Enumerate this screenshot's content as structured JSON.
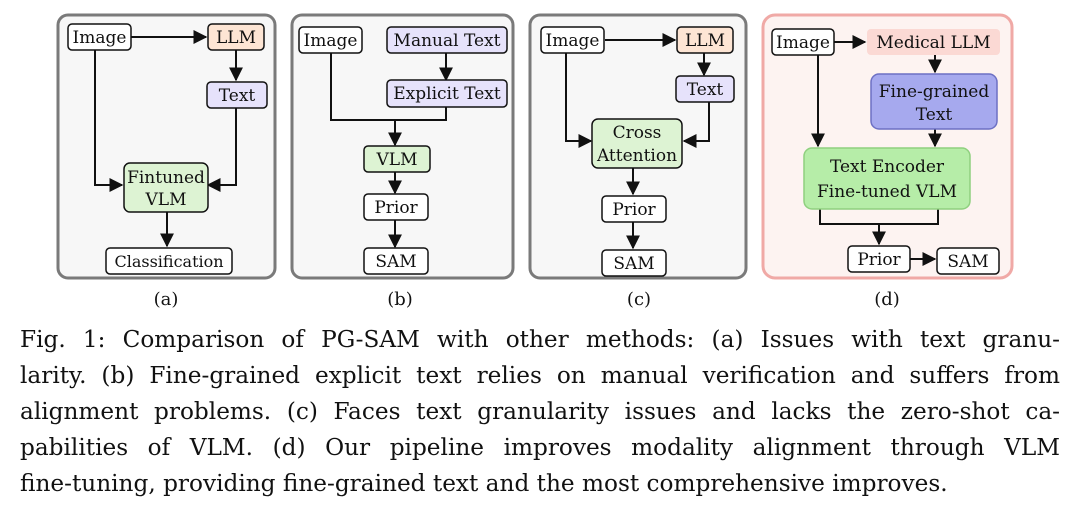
{
  "panels": {
    "a": {
      "label": "(a)",
      "image": "Image",
      "llm": "LLM",
      "text": "Text",
      "vlm_line1": "Fintuned",
      "vlm_line2": "VLM",
      "output": "Classification"
    },
    "b": {
      "label": "(b)",
      "image": "Image",
      "manual_text": "Manual Text",
      "explicit_text": "Explicit Text",
      "vlm": "VLM",
      "prior": "Prior",
      "sam": "SAM"
    },
    "c": {
      "label": "(c)",
      "image": "Image",
      "llm": "LLM",
      "text": "Text",
      "cross_line1": "Cross",
      "cross_line2": "Attention",
      "prior": "Prior",
      "sam": "SAM"
    },
    "d": {
      "label": "(d)",
      "image": "Image",
      "medical_llm": "Medical LLM",
      "fg_line1": "Fine-grained",
      "fg_line2": "Text",
      "enc_line1": "Text Encoder",
      "enc_line2": "Fine-tuned VLM",
      "prior": "Prior",
      "sam": "SAM"
    }
  },
  "caption": {
    "line1": "Fig. 1: Comparison of PG-SAM with other methods: (a) Issues with text granu-",
    "line2": "larity. (b) Fine-grained explicit text relies on manual verification and suffers from",
    "line3": "alignment problems. (c) Faces text granularity issues and lacks the zero-shot ca-",
    "line4": "pabilities of VLM. (d) Our pipeline improves modality alignment through VLM",
    "line5": "fine-tuning, providing fine-grained text and the most comprehensive improves."
  },
  "colors": {
    "panel_border": "#7a7a7a",
    "panel_bg": "#f7f7f7",
    "panel_d_border": "#f0a9a6",
    "panel_d_bg": "#fdf3f1",
    "llm_fill": "#fde5d4",
    "text_fill": "#e6e2fb",
    "vlm_fill": "#ddf3d3",
    "medical_llm_fill": "#fbd9d4",
    "fine_grained_fill": "#a6a9ee",
    "encoder_fill": "#b6eda8"
  }
}
